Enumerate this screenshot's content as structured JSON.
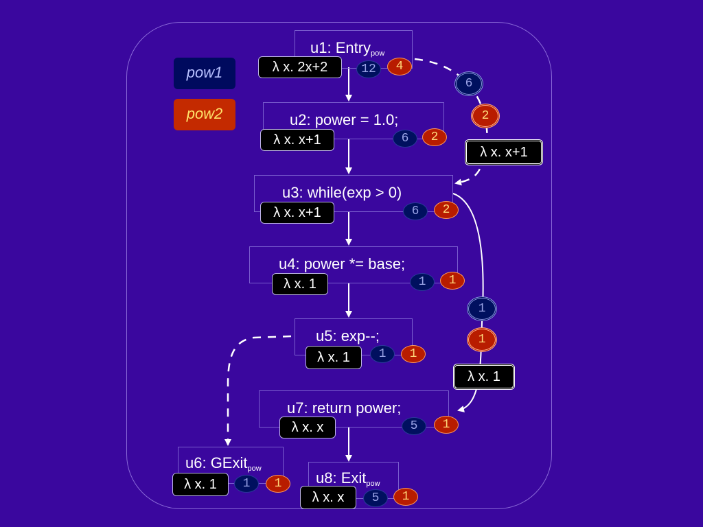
{
  "legend": [
    {
      "label": "pow1",
      "bg": "#000a5e",
      "fg": "#b7c0ff"
    },
    {
      "label": "pow2",
      "bg": "#c42a00",
      "fg": "#ffe36a"
    }
  ],
  "nodes": {
    "u1": {
      "text": "u1: Entry",
      "sub": "pow",
      "lambda": "λ x. 2x+2",
      "pow1": "12",
      "pow2": "4"
    },
    "u2": {
      "text": "u2: power = 1.0;",
      "lambda": "λ x. x+1",
      "pow1": "6",
      "pow2": "2"
    },
    "u3": {
      "text": "u3: while(exp > 0)",
      "lambda": "λ x. x+1",
      "pow1": "6",
      "pow2": "2"
    },
    "u4": {
      "text": "u4: power *= base;",
      "lambda": "λ x. 1",
      "pow1": "1",
      "pow2": "1"
    },
    "u5": {
      "text": "u5: exp--;",
      "lambda": "λ x. 1",
      "pow1": "1",
      "pow2": "1"
    },
    "u7": {
      "text": "u7: return power;",
      "lambda": "λ x. x",
      "pow1": "5",
      "pow2": "1"
    },
    "u6": {
      "text": "u6: GExit",
      "sub": "pow",
      "lambda": "λ x. 1",
      "pow1": "1",
      "pow2": "1"
    },
    "u8": {
      "text": "u8: Exit",
      "sub": "pow",
      "lambda": "λ x. x",
      "pow1": "5",
      "pow2": "1"
    }
  },
  "edges": {
    "back_edge": {
      "lambda": "λ x. x+1",
      "pow1": "6",
      "pow2": "2"
    },
    "exit_edge": {
      "lambda": "λ x. 1",
      "pow1": "1",
      "pow2": "1"
    }
  }
}
